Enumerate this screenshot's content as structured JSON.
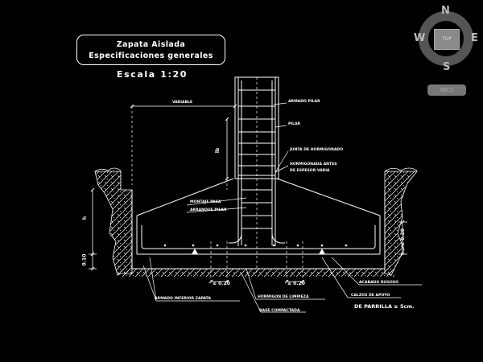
{
  "title": {
    "line1": "Zapata Aislada",
    "line2": "Especificaciones generales"
  },
  "scale": "Escala 1:20",
  "labels": {
    "variable": "VARIABLE",
    "armado_pilar_top": "ARMADO PILAR",
    "pilar": "PILAR",
    "junta": "JUNTA DE HORMIGONADO",
    "hormigonada_1": "HORMIGONADA ANTES",
    "hormigonada_2": "DE ESPESOR VARIA",
    "montaje_pasa": "MONTAJE PASA",
    "arranque_pilar": "ARRANQUE PILAR",
    "armado_inferior": "ARMADO INFERIOR ZAPATA",
    "hormigon_limpieza": "HORMIGON DE LIMPIEZA",
    "base_compactada": "BASE COMPACTADA",
    "acabado_rugoso": "ACABADO RUGOSO",
    "calzos": "CALZOS DE APOYO",
    "parrilla": "DE PARRILLA ≥ 5cm."
  },
  "dimensions": {
    "lb": "lb",
    "h": "h",
    "d10": "0.10",
    "d20_right": "≥ 0.20",
    "d20_left": "≥ 0.20",
    "d20_center": "≥ 0.20"
  },
  "compass": {
    "n": "N",
    "s": "S",
    "e": "E",
    "w": "W",
    "top": "TOP",
    "wcs": "WCS"
  },
  "colors": {
    "background": "#000000",
    "lines": "#ffffff",
    "compass_ring": "#555555"
  }
}
